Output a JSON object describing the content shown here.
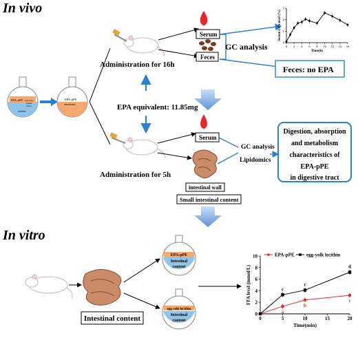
{
  "headings": {
    "in_vivo": "In vivo",
    "in_vitro": "In vitro"
  },
  "flask_left": {
    "label": "EPA-pPE",
    "sub1": "precious",
    "sub2": "liquid",
    "sub3": "water",
    "base": "solvent"
  },
  "flask_right": {
    "label1": "EPA-pPE",
    "label2": "emulsion"
  },
  "labels": {
    "serum_top": "Serum",
    "feces": "Feces",
    "gc_analysis_top": "GC analysis",
    "admin_16h": "Administration for 16h",
    "feces_no_epa": "Feces: no EPA",
    "epa_equivalent": "EPA equivalent: 11.85mg",
    "serum_bottom": "Serum",
    "gc_analysis_bottom": "GC analysis",
    "lipidomics": "Lipidomics",
    "admin_5h": "Administration for 5h",
    "intestinal_wall": "intestinal wall",
    "small_intestinal_content": "Small intestinal content",
    "digestion_box": [
      "Digestion, absorption",
      "and metabolism",
      "characteristics of",
      "EPA-pPE",
      "in  digestive tract"
    ],
    "intestinal_content": "Intestinal content",
    "flask_epa": [
      "EPA-pPE",
      "Intestinal",
      "content"
    ],
    "flask_egg": [
      "egg yolk lecithin",
      "Intestinal",
      "content"
    ]
  },
  "colors": {
    "blue": "#2a7fd0",
    "red": "#e8262b",
    "orange_layer": "#f4a970",
    "blue_layer": "#8fc4e8"
  },
  "chart_serum": {
    "type": "line",
    "ylabel": "Serum EPA level (%)",
    "xlabel": "Time(h)",
    "xticks": [
      "0",
      "2",
      "4",
      "6",
      "8",
      "10",
      "12",
      "14",
      "16"
    ],
    "yticks": [
      "0",
      "1",
      "2",
      "3"
    ],
    "xlim": [
      0,
      16
    ],
    "ylim": [
      0,
      3
    ],
    "x": [
      0,
      1,
      2,
      3,
      4,
      5,
      6,
      8,
      10,
      12,
      14,
      16
    ],
    "y": [
      0.1,
      0.7,
      1.3,
      1.7,
      1.8,
      2.05,
      1.9,
      1.7,
      2.6,
      2.3,
      1.95,
      1.55
    ]
  },
  "chart_ffa": {
    "type": "line",
    "ylabel": "FFA level (mmol/L)",
    "xlabel": "Time(min)",
    "xticks": [
      "0",
      "5",
      "10",
      "15",
      "20"
    ],
    "yticks": [
      "0",
      "2",
      "4",
      "6",
      "8",
      "10"
    ],
    "xlim": [
      0,
      20
    ],
    "ylim": [
      0,
      10
    ],
    "series": [
      {
        "name": "EPA-pPE",
        "color": "#e8262b",
        "x": [
          0,
          5,
          10,
          20
        ],
        "y": [
          0,
          1.3,
          2.4,
          3.2
        ],
        "letters": [
          "",
          "a",
          "b",
          "c"
        ]
      },
      {
        "name": "egg-yolk lecithin",
        "color": "#000000",
        "x": [
          0,
          5,
          10,
          20
        ],
        "y": [
          0,
          3.3,
          4.1,
          7.2
        ],
        "letters": [
          "",
          "c",
          "c",
          "d"
        ]
      }
    ]
  }
}
